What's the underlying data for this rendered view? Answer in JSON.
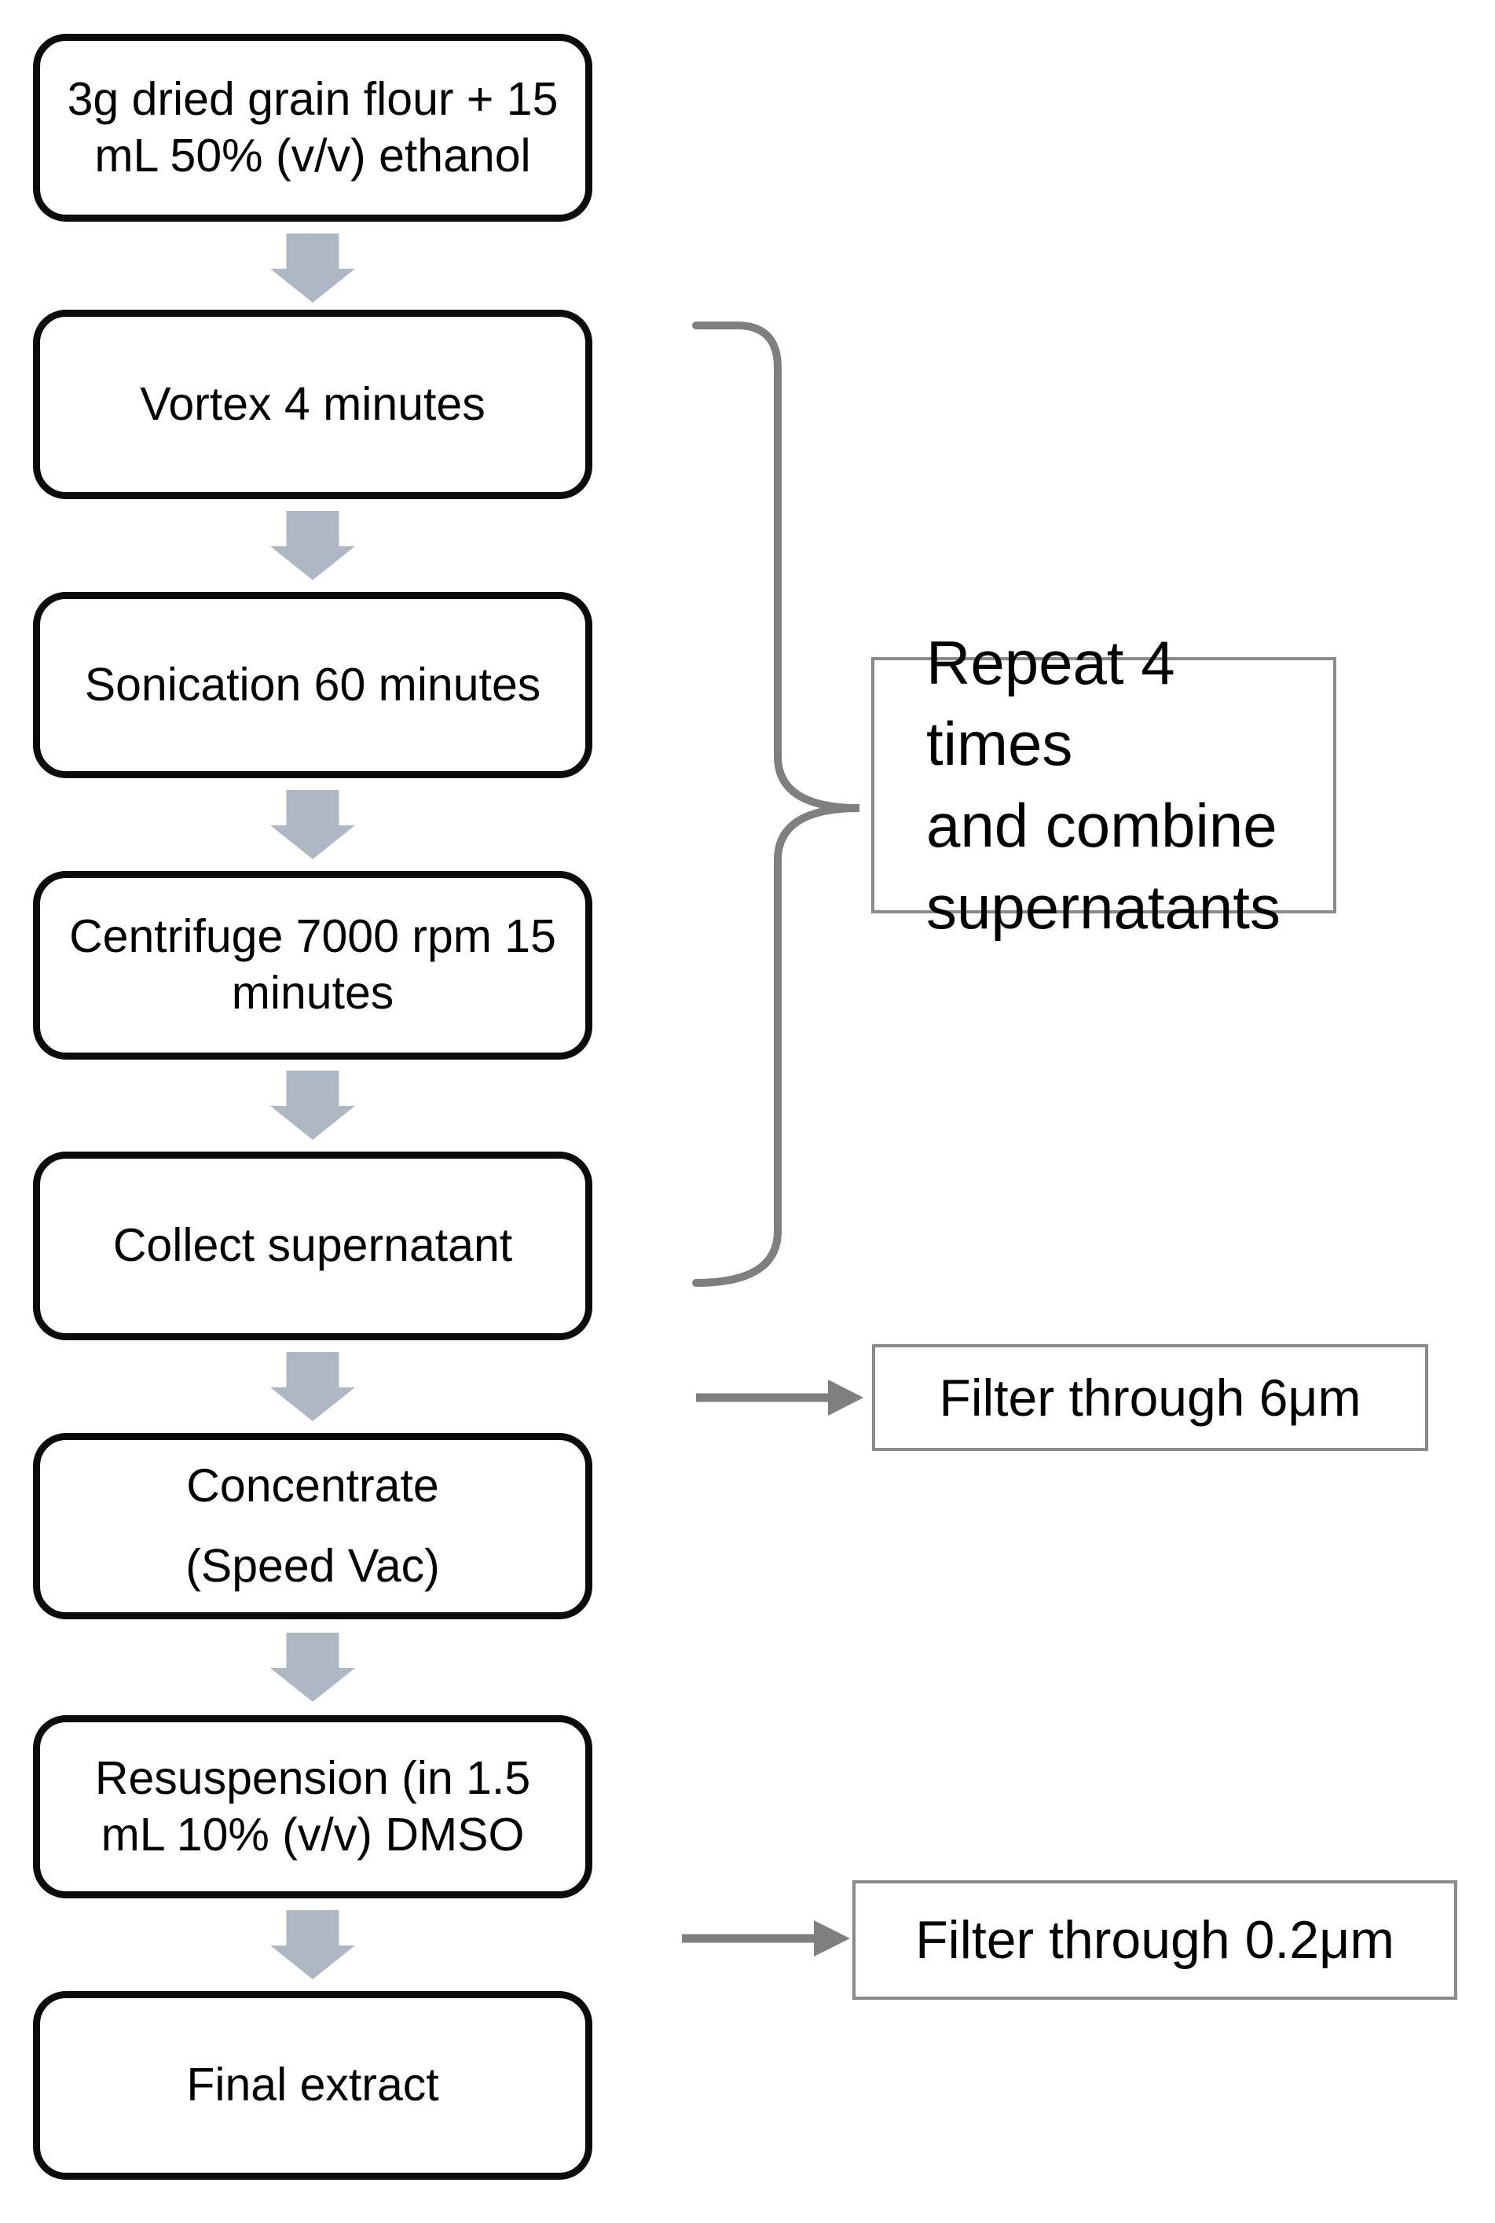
{
  "flowchart": {
    "steps": [
      {
        "label": "3g dried grain flour + 15\nmL 50% (v/v) ethanol"
      },
      {
        "label": "Vortex 4 minutes"
      },
      {
        "label": "Sonication 60 minutes"
      },
      {
        "label": "Centrifuge 7000 rpm 15\nminutes"
      },
      {
        "label": "Collect supernatant"
      },
      {
        "label": "Concentrate\n(Speed Vac)"
      },
      {
        "label": "Resuspension (in 1.5\nmL 10% (v/v) DMSO"
      },
      {
        "label": "Final extract"
      }
    ],
    "annotations": {
      "repeat_note": "Repeat 4 times\nand combine\nsupernatants",
      "filter_6um": "Filter through 6μm",
      "filter_02um": "Filter through 0.2μm"
    },
    "colors": {
      "step_border": "#0b0b0b",
      "step_fill": "#ffffff",
      "block_arrow": "#adb8c4",
      "connector": "#7f7f7f",
      "note_border": "#8a8a8a",
      "text": "#000000"
    }
  }
}
